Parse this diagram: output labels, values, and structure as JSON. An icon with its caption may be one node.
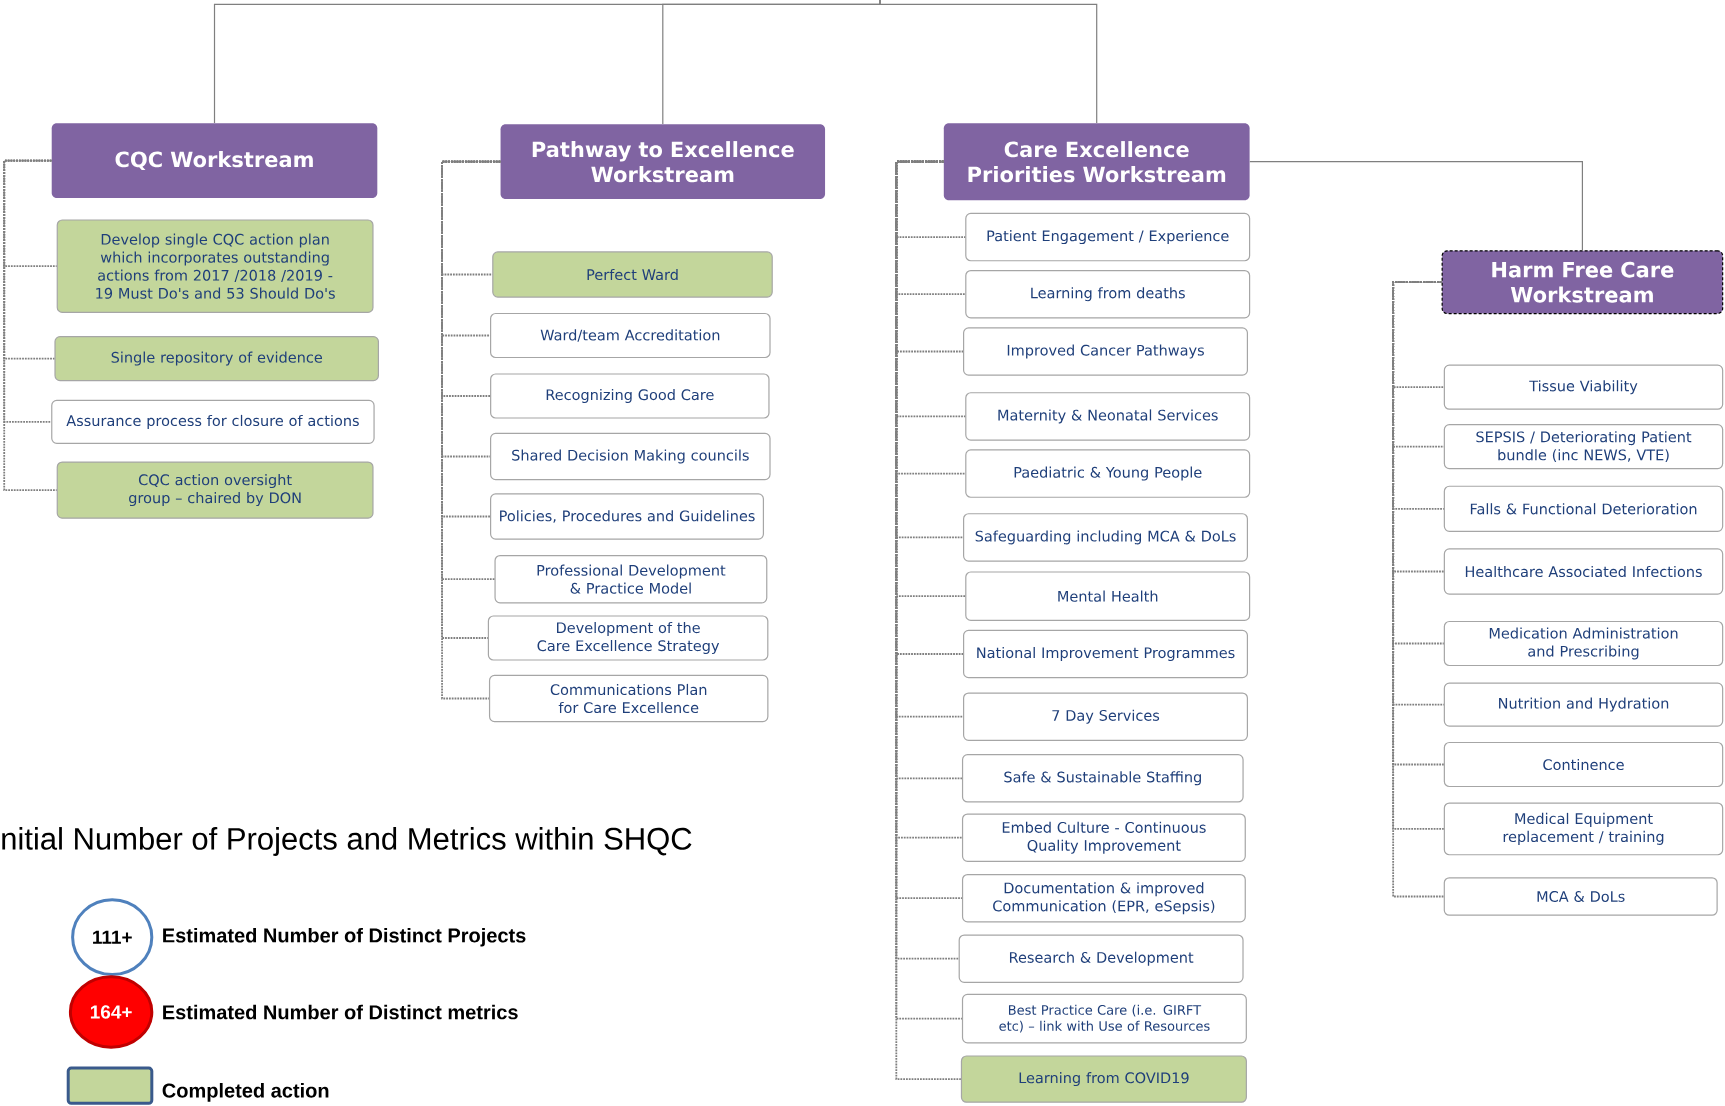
{
  "diagram": {
    "title": "nitial Number of Projects and Metrics within SHQC",
    "nodes": [
      {
        "text": [
          "CQC Workstream"
        ]
      },
      {
        "text": [
          "Develop single CQC action plan which incorporates outstanding actions from 2017 /2018 /2019 - 19 Must Do's and 53 Should Do's"
        ]
      },
      {
        "text": [
          "Single repository of evidence"
        ]
      },
      {
        "text": [
          "Assurance process for closure of actions"
        ]
      },
      {
        "text": [
          "CQC action oversight group – chaired by DON"
        ]
      },
      {
        "text": [
          "Pathway to Excellence Workstream"
        ]
      },
      {
        "text": [
          "Perfect Ward"
        ]
      },
      {
        "text": [
          "Ward/team Accreditation"
        ]
      },
      {
        "text": [
          "Recognizing Good Care"
        ]
      },
      {
        "text": [
          "Shared Decision Making councils"
        ]
      },
      {
        "text": [
          "Policies, Procedures and Guidelines"
        ]
      },
      {
        "text": [
          "Professional Development & Practice Model"
        ]
      },
      {
        "text": [
          "Development of the Care Excellence Strategy"
        ]
      },
      {
        "text": [
          "Communications Plan for Care Excellence"
        ]
      },
      {
        "text": [
          "Care Excellence Priorities Workstream"
        ]
      },
      {
        "text": [
          "Patient Engagement / Experience"
        ]
      },
      {
        "text": [
          "Learning from deaths"
        ]
      },
      {
        "text": [
          "Improved Cancer Pathways"
        ]
      },
      {
        "text": [
          "Maternity & Neonatal Services"
        ]
      },
      {
        "text": [
          "Paediatric & Young People"
        ]
      },
      {
        "text": [
          "Safeguarding including MCA & DoLs"
        ]
      },
      {
        "text": [
          "Mental Health"
        ]
      },
      {
        "text": [
          "National Improvement Programmes"
        ]
      },
      {
        "text": [
          "7 Day Services"
        ]
      },
      {
        "text": [
          "Safe & Sustainable Staffing"
        ]
      },
      {
        "text": [
          "Embed Culture - Continuous Quality Improvement"
        ]
      },
      {
        "text": [
          "Documentation & improved Communication (EPR, eSepsis)"
        ]
      },
      {
        "text": [
          "Research & Development"
        ]
      },
      {
        "text": [
          "Best Practice Care (i.e. GIRFT etc) – link with Use of Resources"
        ]
      },
      {
        "text": [
          "Learning from COVID19"
        ]
      },
      {
        "text": [
          "Harm Free Care Workstream"
        ]
      },
      {
        "text": [
          "Tissue Viability"
        ]
      },
      {
        "text": [
          "SEPSIS / Deteriorating Patient bundle (inc NEWS, VTE)"
        ]
      },
      {
        "text": [
          "Falls & Functional Deterioration"
        ]
      },
      {
        "text": [
          "Healthcare Associated Infections"
        ]
      },
      {
        "text": [
          "Medication Administration and Prescribing"
        ]
      },
      {
        "text": [
          "Nutrition and Hydration"
        ]
      },
      {
        "text": [
          "Continence"
        ]
      },
      {
        "text": [
          "Medical Equipment replacement / training"
        ]
      },
      {
        "text": [
          "MCA & DoLs"
        ]
      },
      {
        "text": [
          "111+"
        ],
        "beside": [
          "Estimated Number of Distinct Projects"
        ]
      },
      {
        "text": [
          "164+"
        ],
        "beside": [
          "Estimated Number of Distinct metrics"
        ]
      }
    ],
    "edges": [
      {
        "from": null,
        "to": 0,
        "arrow": "none"
      },
      {
        "from": null,
        "to": 5,
        "arrow": "none"
      },
      {
        "from": null,
        "to": 14,
        "arrow": "none"
      },
      {
        "from": 14,
        "to": 30,
        "arrow": "none"
      },
      {
        "from": 0,
        "to": 1,
        "arrow": "none",
        "style": "dashed"
      },
      {
        "from": 0,
        "to": 2,
        "arrow": "none",
        "style": "dashed"
      },
      {
        "from": 0,
        "to": 3,
        "arrow": "none",
        "style": "dashed"
      },
      {
        "from": 0,
        "to": 4,
        "arrow": "none",
        "style": "dashed"
      },
      {
        "from": 5,
        "to": 6,
        "arrow": "none",
        "style": "dashed"
      },
      {
        "from": 5,
        "to": 7,
        "arrow": "none",
        "style": "dashed"
      },
      {
        "from": 5,
        "to": 8,
        "arrow": "none",
        "style": "dashed"
      },
      {
        "from": 5,
        "to": 9,
        "arrow": "none",
        "style": "dashed"
      },
      {
        "from": 5,
        "to": 10,
        "arrow": "none",
        "style": "dashed"
      },
      {
        "from": 5,
        "to": 11,
        "arrow": "none",
        "style": "dashed"
      },
      {
        "from": 5,
        "to": 12,
        "arrow": "none",
        "style": "dashed"
      },
      {
        "from": 5,
        "to": 13,
        "arrow": "none",
        "style": "dashed"
      },
      {
        "from": 14,
        "to": 15,
        "arrow": "none",
        "style": "dashed"
      },
      {
        "from": 14,
        "to": 16,
        "arrow": "none",
        "style": "dashed"
      },
      {
        "from": 14,
        "to": 17,
        "arrow": "none",
        "style": "dashed"
      },
      {
        "from": 14,
        "to": 18,
        "arrow": "none",
        "style": "dashed"
      },
      {
        "from": 14,
        "to": 19,
        "arrow": "none",
        "style": "dashed"
      },
      {
        "from": 14,
        "to": 20,
        "arrow": "none",
        "style": "dashed"
      },
      {
        "from": 14,
        "to": 21,
        "arrow": "none",
        "style": "dashed"
      },
      {
        "from": 14,
        "to": 22,
        "arrow": "none",
        "style": "dashed"
      },
      {
        "from": 14,
        "to": 23,
        "arrow": "none",
        "style": "dashed"
      },
      {
        "from": 14,
        "to": 24,
        "arrow": "none",
        "style": "dashed"
      },
      {
        "from": 14,
        "to": 25,
        "arrow": "none",
        "style": "dashed"
      },
      {
        "from": 14,
        "to": 26,
        "arrow": "none",
        "style": "dashed"
      },
      {
        "from": 14,
        "to": 27,
        "arrow": "none",
        "style": "dashed"
      },
      {
        "from": 14,
        "to": 28,
        "arrow": "none",
        "style": "dashed"
      },
      {
        "from": 14,
        "to": 29,
        "arrow": "none",
        "style": "dashed"
      },
      {
        "from": 30,
        "to": 31,
        "arrow": "none",
        "style": "dashed"
      },
      {
        "from": 30,
        "to": 32,
        "arrow": "none",
        "style": "dashed"
      },
      {
        "from": 30,
        "to": 33,
        "arrow": "none",
        "style": "dashed"
      },
      {
        "from": 30,
        "to": 34,
        "arrow": "none",
        "style": "dashed"
      },
      {
        "from": 30,
        "to": 35,
        "arrow": "none",
        "style": "dashed"
      },
      {
        "from": 30,
        "to": 36,
        "arrow": "none",
        "style": "dashed"
      },
      {
        "from": 30,
        "to": 37,
        "arrow": "none",
        "style": "dashed"
      },
      {
        "from": 30,
        "to": 38,
        "arrow": "none",
        "style": "dashed"
      },
      {
        "from": 30,
        "to": 39,
        "arrow": "none",
        "style": "dashed"
      }
    ],
    "legend": [
      {
        "text": "Completed action",
        "color": "#c3d69b"
      }
    ]
  }
}
